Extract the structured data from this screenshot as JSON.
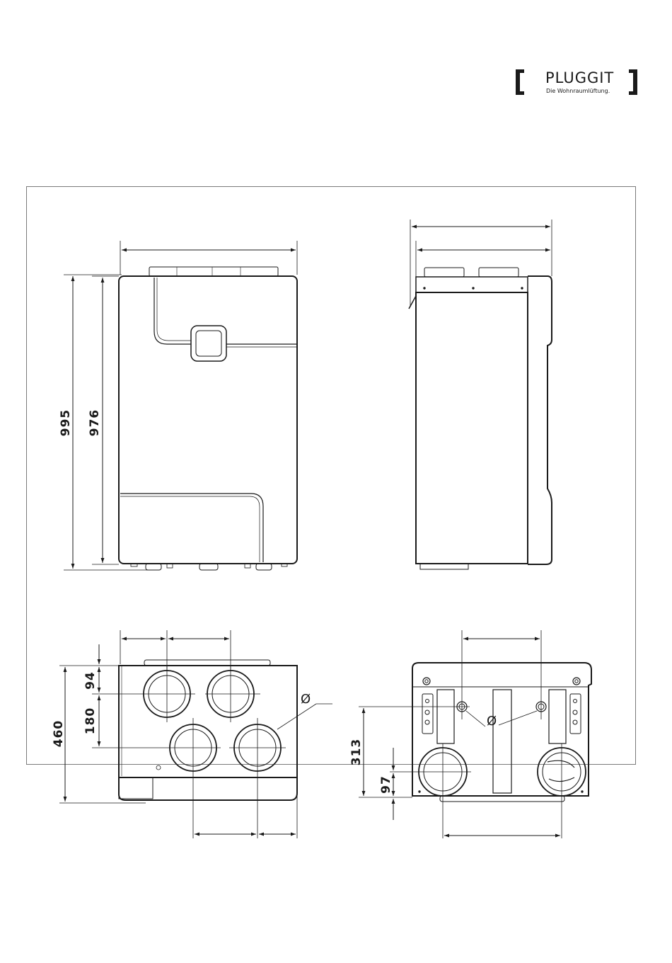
{
  "brand": {
    "name": "PLUGGIT",
    "tagline": "Die Wohnraumlüftung."
  },
  "dimensions": {
    "total_height": "995",
    "body_height": "976",
    "depth": "460",
    "spigot_offset_top": "94",
    "spigot_spacing_vertical": "180",
    "spigot_height": "313",
    "spigot_offset_bottom": "97"
  },
  "symbols": {
    "diameter_front": "Ø",
    "diameter_rear": "Ø"
  },
  "colors": {
    "line": "#1a1a1a",
    "frame": "#7a7a7a"
  }
}
